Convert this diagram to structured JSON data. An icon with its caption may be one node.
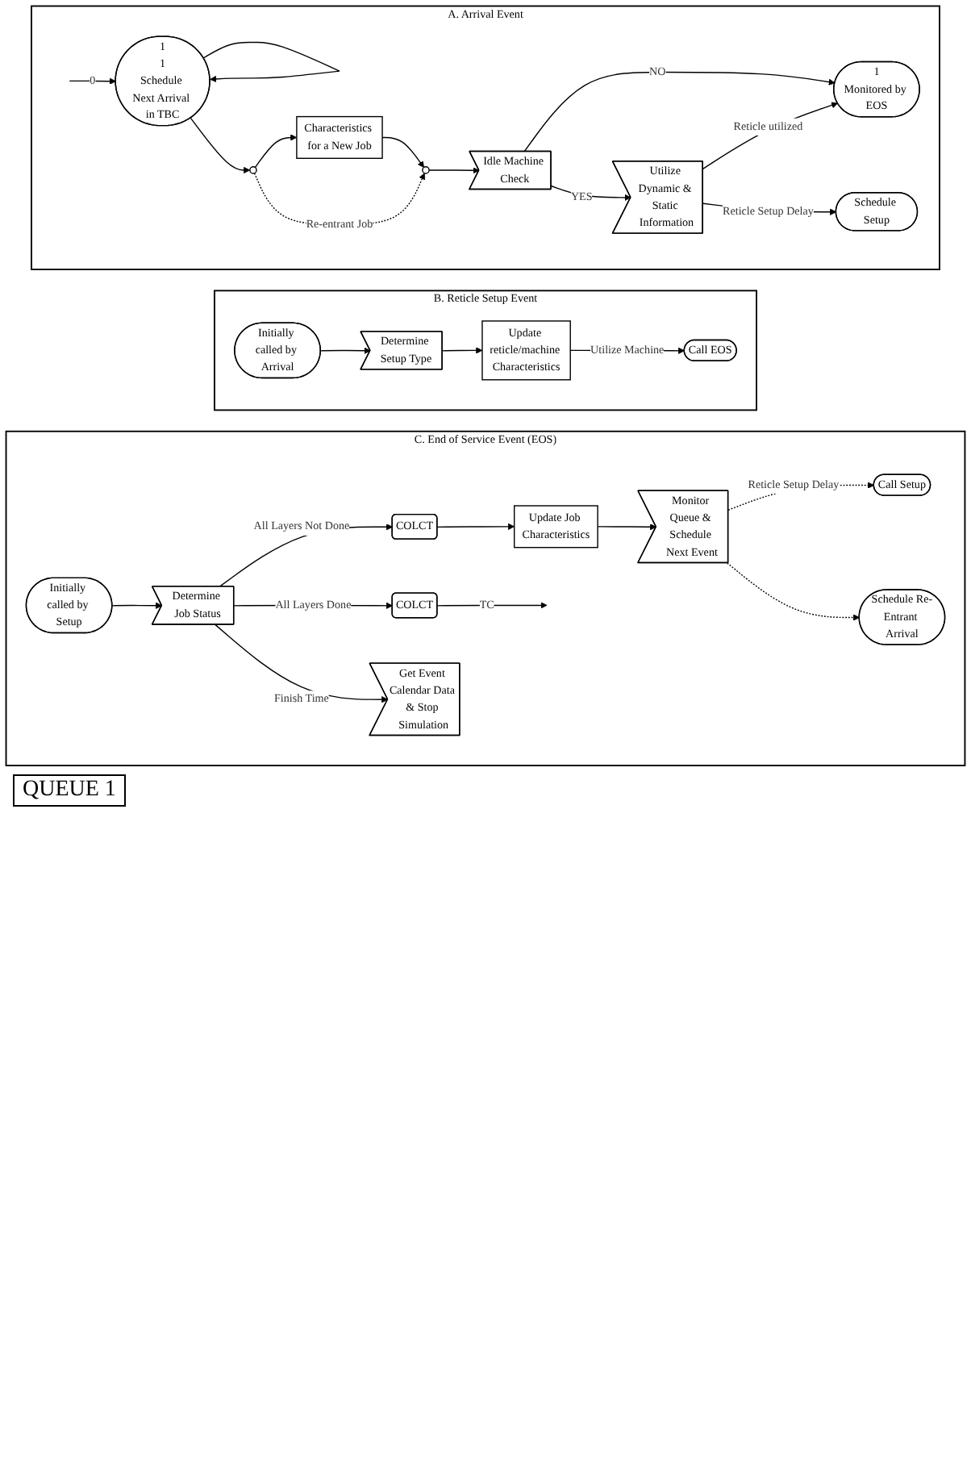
{
  "diagram": {
    "nodes": [
      {
        "text": [
          "A. Arrival Event"
        ]
      },
      {
        "text": [
          "1",
          "1",
          "Schedule Next Arrival in TBC"
        ],
        "in": 0
      },
      {
        "text": [],
        "shape": "circle",
        "in": 0
      },
      {
        "text": [
          "Characteristics for a New Job"
        ],
        "in": 0
      },
      {
        "text": [],
        "shape": "circle",
        "in": 0
      },
      {
        "text": [
          "Idle Machine Check"
        ],
        "in": 0
      },
      {
        "text": [
          "1",
          "Monitored by EOS"
        ],
        "in": 0
      },
      {
        "text": [
          "Utilize Dynamic & Static Information"
        ],
        "in": 0
      },
      {
        "text": [
          "Schedule Setup"
        ],
        "in": 0
      },
      {
        "text": [
          "B. Reticle Setup Event"
        ]
      },
      {
        "text": [
          "Initially called by Arrival"
        ],
        "in": 9
      },
      {
        "text": [
          "Determine Setup Type"
        ],
        "in": 9
      },
      {
        "text": [
          "Update reticle/machine Characteristics"
        ],
        "in": 9
      },
      {
        "text": [
          "Call EOS"
        ],
        "in": 9
      },
      {
        "text": [
          "C. End of Service Event (EOS)"
        ]
      },
      {
        "text": [
          "Initially called by Setup"
        ],
        "in": 14
      },
      {
        "text": [
          "Determine Job Status"
        ],
        "in": 14
      },
      {
        "text": [
          "COLCT"
        ],
        "in": 14
      },
      {
        "text": [
          "Update Job Characteristics"
        ],
        "in": 14
      },
      {
        "text": [
          "Monitor Queue & Schedule Next Event"
        ],
        "in": 14
      },
      {
        "text": [
          "Call Setup"
        ],
        "in": 14
      },
      {
        "text": [
          "Schedule Re-Entrant Arrival"
        ],
        "in": 14
      },
      {
        "text": [
          "Get Event Calendar Data & Stop Simulation"
        ],
        "in": 14
      },
      {
        "text": [
          "COLCT"
        ],
        "in": 14
      }
    ],
    "edges": [
      {
        "from": null,
        "to": 1,
        "arrow": "to",
        "label": "0"
      },
      {
        "from": 1,
        "to": 1,
        "arrow": "to"
      },
      {
        "from": 1,
        "to": 2,
        "arrow": "to"
      },
      {
        "from": 2,
        "to": 3,
        "arrow": "to"
      },
      {
        "from": 3,
        "to": 4,
        "arrow": "to"
      },
      {
        "from": 2,
        "to": 4,
        "arrow": "to",
        "label": "Re-entrant Job",
        "style": "dashed"
      },
      {
        "from": 4,
        "to": 5,
        "arrow": "to"
      },
      {
        "from": 5,
        "to": 6,
        "arrow": "to",
        "label": "NO"
      },
      {
        "from": 5,
        "to": 7,
        "arrow": "to",
        "label": "YES"
      },
      {
        "from": 7,
        "to": 6,
        "arrow": "to",
        "label": "Reticle utilized"
      },
      {
        "from": 7,
        "to": 8,
        "arrow": "to",
        "label": "Reticle Setup Delay"
      },
      {
        "from": 10,
        "to": 11,
        "arrow": "to"
      },
      {
        "from": 11,
        "to": 12,
        "arrow": "to"
      },
      {
        "from": 12,
        "to": 13,
        "arrow": "to",
        "label": "Utilize Machine"
      },
      {
        "from": 15,
        "to": 16,
        "arrow": "to"
      },
      {
        "from": 16,
        "to": 17,
        "arrow": "to",
        "label": "All Layers Not Done"
      },
      {
        "from": 17,
        "to": 18,
        "arrow": "to"
      },
      {
        "from": 18,
        "to": 19,
        "arrow": "to"
      },
      {
        "from": 19,
        "to": 20,
        "arrow": "to",
        "label": "Reticle Setup Delay",
        "style": "dashed"
      },
      {
        "from": 19,
        "to": 21,
        "arrow": "to",
        "style": "dashed"
      },
      {
        "from": 16,
        "to": 23,
        "arrow": "to",
        "label": "All Layers Done"
      },
      {
        "from": 16,
        "to": 22,
        "arrow": "to",
        "label": "Finish Time"
      },
      {
        "from": 23,
        "to": null,
        "arrow": "to",
        "label": "TC"
      }
    ],
    "labels": [
      "QUEUE 1"
    ]
  }
}
